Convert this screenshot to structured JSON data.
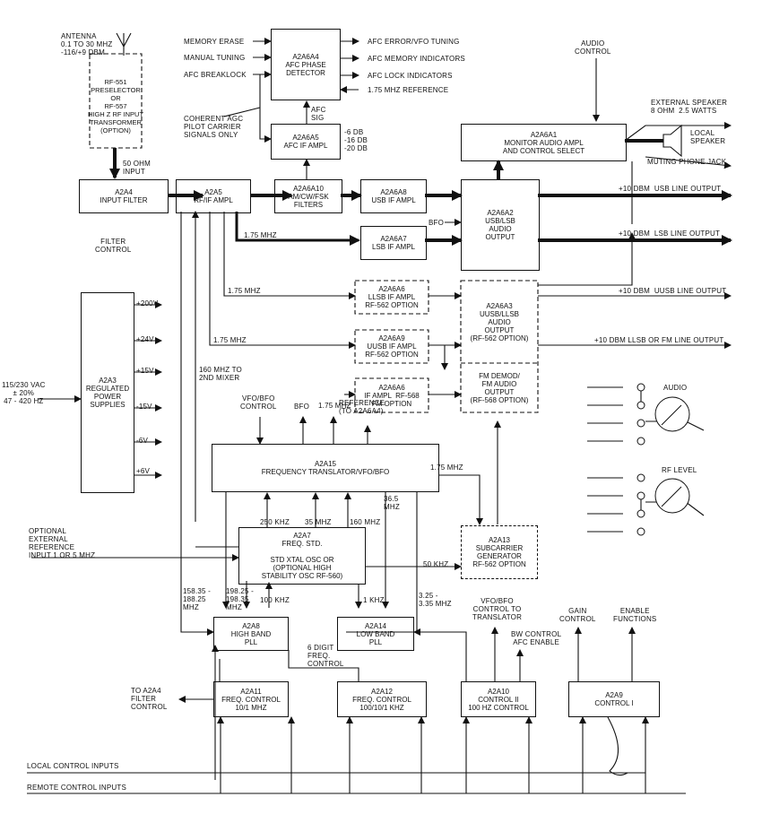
{
  "blocks": {
    "afc_phase": "A2A6A4\nAFC PHASE\nDETECTOR",
    "afc_if": "A2A6A5\nAFC IF AMPL",
    "rf551": "RF-551\nPRESELECTOR\nOR\nRF-557\nHIGH Z RF INPUT\nTRANSFORMER\n(OPTION)",
    "input_filter": "A2A4\nINPUT FILTER",
    "rf_if": "A2A5\nRF/IF AMPL",
    "am_cw": "A2A6A10\nAM/CW/FSK\nFILTERS",
    "usb_if": "A2A6A8\nUSB IF AMPL",
    "lsb_if": "A2A6A7\nLSB IF AMPL",
    "usb_lsb_audio": "A2A6A2\nUSB/LSB\nAUDIO\nOUTPUT",
    "monitor": "A2A6A1\nMONITOR AUDIO AMPL\nAND CONTROL SELECT",
    "llsb": "A2A6A6\nLLSB IF AMPL\nRF-562 OPTION",
    "uusb": "A2A6A9\nUUSB IF AMPL\nRF-562 OPTION",
    "fm_if": "A2A6A6\nIF AMPL  RF-568\nFM OPTION",
    "uusb_audio": "A2A6A3\nUUSB/LLSB\nAUDIO\nOUTPUT\n(RF-562 OPTION)",
    "fm_demod": "FM DEMOD/\nFM AUDIO\nOUTPUT\n(RF-568 OPTION)",
    "power": "A2A3\nREGULATED\nPOWER\nSUPPLIES",
    "translator": "A2A15\nFREQUENCY TRANSLATOR/VFO/BFO",
    "freq_std": "A2A7\nFREQ. STD.\n\nSTD XTAL OSC OR\n(OPTIONAL HIGH\nSTABILITY OSC RF-560)",
    "subcarrier": "A2A13\nSUBCARRIER\nGENERATOR\nRF-562 OPTION",
    "high_band": "A2A8\nHIGH BAND\nPLL",
    "low_band": "A2A14\nLOW BAND\nPLL",
    "freq_ctrl_mhz": "A2A11\nFREQ. CONTROL\n10/1 MHZ",
    "freq_ctrl_khz": "A2A12\nFREQ. CONTROL\n100/10/1 KHZ",
    "control2": "A2A10\nCONTROL II\n100 HZ CONTROL",
    "control1": "A2A9\nCONTROL I"
  },
  "labels": {
    "antenna": "ANTENNA\n0.1 TO 30 MHZ\n-116/+9 DBM",
    "memory_erase": "MEMORY ERASE",
    "manual_tuning": "MANUAL TUNING",
    "afc_breaklock": "AFC BREAKLOCK",
    "afc_error": "AFC ERROR/VFO TUNING",
    "afc_memory": "AFC MEMORY INDICATORS",
    "afc_lock": "AFC LOCK INDICATORS",
    "ref_175": "1.75 MHZ REFERENCE",
    "afc_sig": "AFC\nSIG",
    "coherent": "COHERENT AGC\nPILOT CARRIER\nSIGNALS ONLY",
    "db_levels": "-6 DB\n-16 DB\n-20 DB",
    "audio_control": "AUDIO\nCONTROL",
    "ext_speaker": "EXTERNAL SPEAKER\n8 OHM  2.5 WATTS",
    "local_speaker": "LOCAL\nSPEAKER",
    "muting": "MUTING PHONE JACK",
    "ohm50": "50 OHM\nINPUT",
    "usb_out": "+10 DBM  USB LINE OUTPUT",
    "lsb_out": "+10 DBM  LSB LINE OUTPUT",
    "uusb_out": "+10 DBM  UUSB LINE OUTPUT",
    "llsb_out": "+10 DBM LLSB OR FM LINE OUTPUT",
    "bfo": "BFO",
    "filter_control": "FILTER\nCONTROL",
    "mhz_175_a": "1.75 MHZ",
    "mhz_175_b": "1.75 MHZ",
    "mhz_175_c": "1.75 MHZ",
    "mhz_175_d": "1.75 MHZ",
    "mhz_175_e": "1.75 MHZ",
    "mhz_160_2nd": "160 MHZ TO\n2ND MIXER",
    "vfo_bfo_control": "VFO/BFO\nCONTROL",
    "bfo2": "BFO",
    "reference_to": "REFERENCE\n(TO A2A6A4)",
    "ac_input": "115/230 VAC\n± 20%\n47 - 420 HZ",
    "v200": "+200V",
    "v24": "+24V",
    "v15p": "+15V",
    "v15n": "-15V",
    "v6n": "-6V",
    "v6p": "+6V",
    "audio_meter": "AUDIO",
    "rf_level": "RF LEVEL",
    "optional_ref": "OPTIONAL\nEXTERNAL\nREFERENCE\nINPUT 1 OR 5 MHZ",
    "khz250": "250 KHZ",
    "mhz35": "35 MHZ",
    "mhz160": "160 MHZ",
    "mhz365": "36.5\nMHZ",
    "khz50": "50 KHZ",
    "hb_range1": "158.35 -\n188.25\nMHZ",
    "hb_range2": "198.25 -\n198.35\nMHZ",
    "khz100": "100 KHZ",
    "khz1": "1 KHZ",
    "lb_range": "3.25 -\n3.35 MHZ",
    "six_digit": "6 DIGIT\nFREQ.\nCONTROL",
    "to_a2a4": "TO A2A4\nFILTER\nCONTROL",
    "vfo_to_trans": "VFO/BFO\nCONTROL TO\nTRANSLATOR",
    "bw_control": "BW CONTROL\nAFC ENABLE",
    "gain_control": "GAIN\nCONTROL",
    "enable_functions": "ENABLE\nFUNCTIONS",
    "local_inputs": "LOCAL CONTROL INPUTS",
    "remote_inputs": "REMOTE CONTROL INPUTS"
  }
}
